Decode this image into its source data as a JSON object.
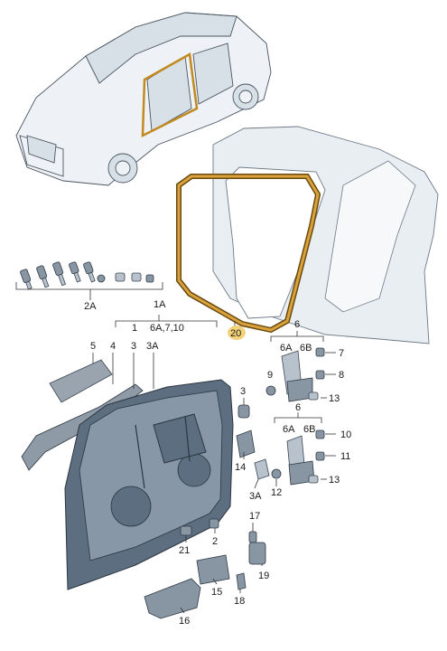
{
  "labels": {
    "l2A": "2A",
    "l1A": "1A",
    "l1": "1",
    "l6A7_10": "6A,7,10",
    "l5": "5",
    "l4": "4",
    "l3": "3",
    "l3A_top": "3A",
    "l20": "20",
    "l6_top": "6",
    "l6A_top": "6A",
    "l6B_top": "6B",
    "l7": "7",
    "l8": "8",
    "l9": "9",
    "l13_top": "13",
    "l6_bot": "6",
    "l6A_bot": "6A",
    "l6B_bot": "6B",
    "l10": "10",
    "l11": "11",
    "l13_bot": "13",
    "l3_mid": "3",
    "l14": "14",
    "l12": "12",
    "l3A_bot": "3A",
    "l17": "17",
    "l2": "2",
    "l21": "21",
    "l19": "19",
    "l15": "15",
    "l18": "18",
    "l16": "16"
  },
  "colors": {
    "highlight": "#f4d27a",
    "seal": "#d9a23a",
    "door": "#5c6e80"
  }
}
